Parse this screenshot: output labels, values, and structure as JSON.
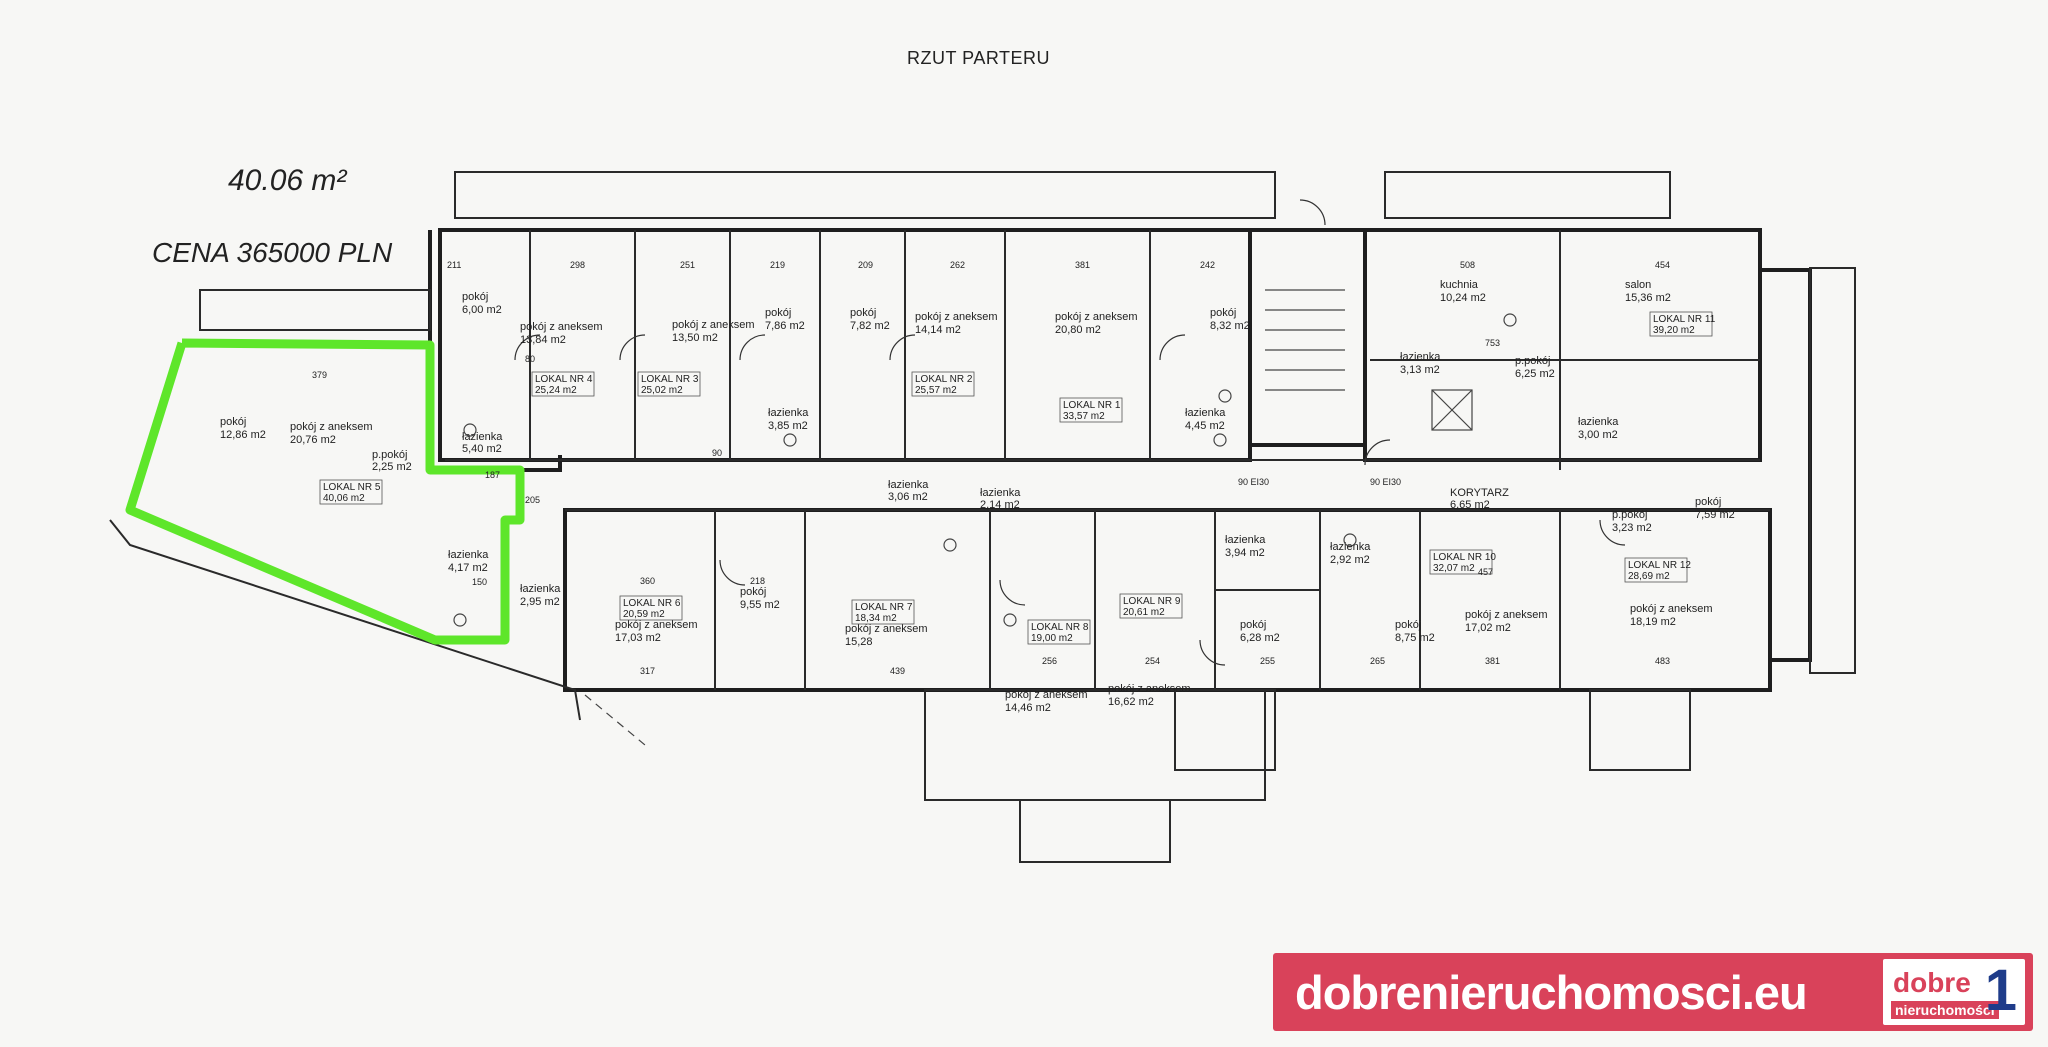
{
  "plan": {
    "title": "RZUT PARTERU",
    "handwritten_area": "40.06 m²",
    "handwritten_price": "CENA 365000 PLN",
    "highlight_color": "#5ee62a"
  },
  "rooms": [
    {
      "id": "r1",
      "label": "pokój",
      "area": "12,86 m2"
    },
    {
      "id": "r2",
      "label": "pokój z aneksem",
      "area": "20,76 m2"
    },
    {
      "id": "r3",
      "label": "p.pokój",
      "area": "2,25 m2"
    },
    {
      "id": "r4",
      "label": "łazienka",
      "area": "4,17 m2"
    },
    {
      "id": "r5",
      "label": "pokój",
      "area": "6,00 m2"
    },
    {
      "id": "r6",
      "label": "pokój z aneksem",
      "area": "13,84 m2"
    },
    {
      "id": "r7",
      "label": "łazienka",
      "area": "5,40 m2"
    },
    {
      "id": "r8",
      "label": "pokój z aneksem",
      "area": "13,50 m2"
    },
    {
      "id": "r9",
      "label": "pokój",
      "area": "7,86 m2"
    },
    {
      "id": "r10",
      "label": "pokój",
      "area": "7,82 m2"
    },
    {
      "id": "r11",
      "label": "łazienka",
      "area": "3,85 m2"
    },
    {
      "id": "r12",
      "label": "pokój z aneksem",
      "area": "14,14 m2"
    },
    {
      "id": "r13",
      "label": "pokój z aneksem",
      "area": "20,80 m2"
    },
    {
      "id": "r14",
      "label": "pokój",
      "area": "8,32 m2"
    },
    {
      "id": "r15",
      "label": "łazienka",
      "area": "4,45 m2"
    },
    {
      "id": "r16",
      "label": "kuchnia",
      "area": "10,24 m2"
    },
    {
      "id": "r17",
      "label": "salon",
      "area": "15,36 m2"
    },
    {
      "id": "r18",
      "label": "łazienka",
      "area": "3,13 m2"
    },
    {
      "id": "r19",
      "label": "p.pokój",
      "area": "6,25 m2"
    },
    {
      "id": "r20",
      "label": "łazienka",
      "area": "3,00 m2"
    },
    {
      "id": "r21",
      "label": "łazienka",
      "area": "3,06 m2"
    },
    {
      "id": "r22",
      "label": "łazienka",
      "area": "2,14 m2"
    },
    {
      "id": "r23",
      "label": "KORYTARZ",
      "area": "6,65 m2"
    },
    {
      "id": "r24",
      "label": "p.pokój",
      "area": "3,23 m2"
    },
    {
      "id": "r25",
      "label": "pokój",
      "area": "7,59 m2"
    },
    {
      "id": "r26",
      "label": "łazienka",
      "area": "2,95 m2"
    },
    {
      "id": "r27",
      "label": "pokój z aneksem",
      "area": "17,03 m2"
    },
    {
      "id": "r28",
      "label": "pokój",
      "area": "9,55 m2"
    },
    {
      "id": "r29",
      "label": "pokój z aneksem",
      "area": "15,28"
    },
    {
      "id": "r30",
      "label": "pokój z aneksem",
      "area": "14,46 m2"
    },
    {
      "id": "r31",
      "label": "pokój z aneksem",
      "area": "16,62 m2"
    },
    {
      "id": "r32",
      "label": "łazienka",
      "area": "3,94 m2"
    },
    {
      "id": "r33",
      "label": "pokój",
      "area": "6,28 m2"
    },
    {
      "id": "r34",
      "label": "łazienka",
      "area": "2,92 m2"
    },
    {
      "id": "r35",
      "label": "pokój",
      "area": "8,75 m2"
    },
    {
      "id": "r36",
      "label": "pokój z aneksem",
      "area": "17,02 m2"
    },
    {
      "id": "r37",
      "label": "pokój z aneksem",
      "area": "18,19 m2"
    }
  ],
  "units": [
    {
      "label": "LOKAL NR 4",
      "area": "25,24 m2"
    },
    {
      "label": "LOKAL NR 3",
      "area": "25,02 m2"
    },
    {
      "label": "LOKAL NR 2",
      "area": "25,57 m2"
    },
    {
      "label": "LOKAL NR 1",
      "area": "33,57 m2"
    },
    {
      "label": "LOKAL NR 5",
      "area": "40,06 m2"
    },
    {
      "label": "LOKAL NR 11",
      "area": "39,20 m2"
    },
    {
      "label": "LOKAL NR 6",
      "area": "20,59 m2"
    },
    {
      "label": "LOKAL NR 7",
      "area": "18,34 m2"
    },
    {
      "label": "LOKAL NR 8",
      "area": "19,00 m2"
    },
    {
      "label": "LOKAL NR 9",
      "area": "20,61 m2"
    },
    {
      "label": "LOKAL NR 10",
      "area": "32,07 m2"
    },
    {
      "label": "LOKAL NR 12",
      "area": "28,69 m2"
    }
  ],
  "dimensions": [
    "211",
    "298",
    "251",
    "219",
    "209",
    "262",
    "381",
    "242",
    "508",
    "454",
    "379",
    "360",
    "218",
    "317",
    "439",
    "256",
    "254",
    "255",
    "265",
    "381",
    "483",
    "457",
    "753",
    "150",
    "187",
    "205",
    "80",
    "90"
  ],
  "annotations": [
    "90 EI30",
    "90 EI30"
  ],
  "banner": {
    "site": "dobrenieruchomosci.eu",
    "logo_word": "dobre",
    "logo_sub": "nieruchomości",
    "logo_digit": "1",
    "bg_color": "#d9425a"
  }
}
